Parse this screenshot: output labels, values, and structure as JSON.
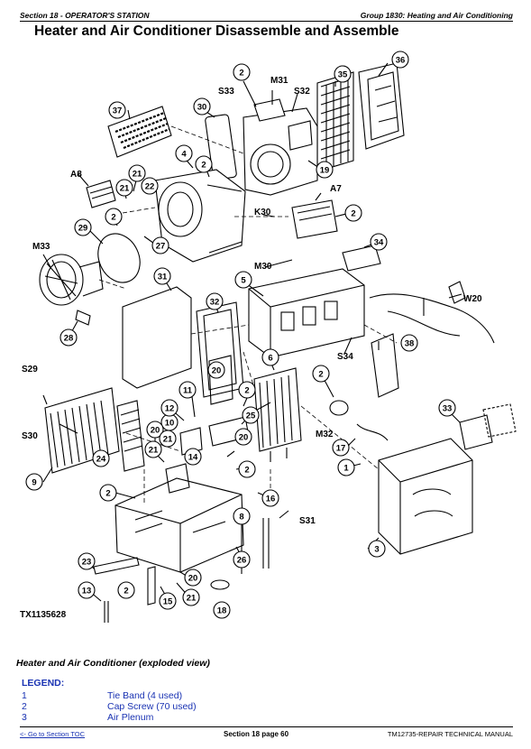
{
  "header": {
    "section": "Section 18 - OPERATOR'S STATION",
    "group": "Group 1830: Heating and Air Conditioning"
  },
  "page_title": "Heater and Air Conditioner Disassemble and Assemble",
  "figure": {
    "id": "TX1135628",
    "caption": "Heater and Air Conditioner (exploded view)",
    "callouts": [
      "1",
      "2",
      "3",
      "4",
      "5",
      "6",
      "8",
      "9",
      "10",
      "11",
      "12",
      "13",
      "14",
      "15",
      "16",
      "17",
      "18",
      "19",
      "20",
      "21",
      "22",
      "23",
      "24",
      "25",
      "26",
      "27",
      "28",
      "29",
      "30",
      "31",
      "32",
      "33",
      "34",
      "35",
      "36",
      "37",
      "38"
    ],
    "refs": [
      "A7",
      "A8",
      "K30",
      "M30",
      "M31",
      "M32",
      "M33",
      "S29",
      "S30",
      "S31",
      "S32",
      "S33",
      "S34",
      "W20"
    ]
  },
  "legend": {
    "heading": "LEGEND:",
    "items": [
      {
        "num": "1",
        "text": "Tie Band (4 used)"
      },
      {
        "num": "2",
        "text": "Cap Screw (70 used)"
      },
      {
        "num": "3",
        "text": "Air Plenum"
      }
    ]
  },
  "footer": {
    "toc_link": "<- Go to Section TOC",
    "page": "Section 18 page 60",
    "manual": "TM12735-REPAIR TECHNICAL MANUAL"
  }
}
